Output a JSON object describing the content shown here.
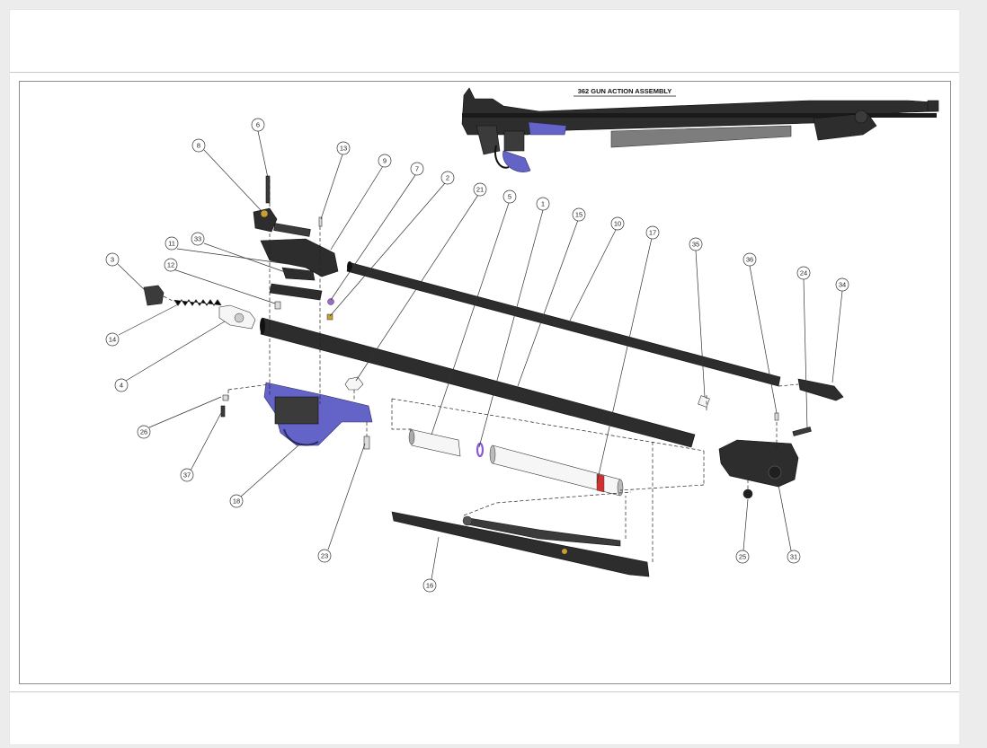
{
  "drawing": {
    "title": "362 GUN ACTION ASSEMBLY"
  },
  "colors": {
    "part_dark": "#2d2d2e",
    "part_purple": "#6464c8",
    "o_ring": "#8a5ad0",
    "red_band": "#d03030",
    "page": "#ffffff",
    "background": "#ececec"
  },
  "callouts": [
    {
      "id": "c1",
      "label": "1"
    },
    {
      "id": "c2",
      "label": "2"
    },
    {
      "id": "c3",
      "label": "3"
    },
    {
      "id": "c4",
      "label": "4"
    },
    {
      "id": "c5",
      "label": "5"
    },
    {
      "id": "c6",
      "label": "6"
    },
    {
      "id": "c7",
      "label": "7"
    },
    {
      "id": "c8",
      "label": "8"
    },
    {
      "id": "c9",
      "label": "9"
    },
    {
      "id": "c10",
      "label": "10"
    },
    {
      "id": "c11",
      "label": "11"
    },
    {
      "id": "c12",
      "label": "12"
    },
    {
      "id": "c13",
      "label": "13"
    },
    {
      "id": "c14",
      "label": "14"
    },
    {
      "id": "c15",
      "label": "15"
    },
    {
      "id": "c16",
      "label": "16"
    },
    {
      "id": "c17",
      "label": "17"
    },
    {
      "id": "c18",
      "label": "18"
    },
    {
      "id": "c21",
      "label": "21"
    },
    {
      "id": "c23",
      "label": "23"
    },
    {
      "id": "c24",
      "label": "24"
    },
    {
      "id": "c25",
      "label": "25"
    },
    {
      "id": "c26",
      "label": "26"
    },
    {
      "id": "c31",
      "label": "31"
    },
    {
      "id": "c33",
      "label": "33"
    },
    {
      "id": "c34",
      "label": "34"
    },
    {
      "id": "c35",
      "label": "35"
    },
    {
      "id": "c36",
      "label": "36"
    },
    {
      "id": "c37",
      "label": "37"
    }
  ]
}
